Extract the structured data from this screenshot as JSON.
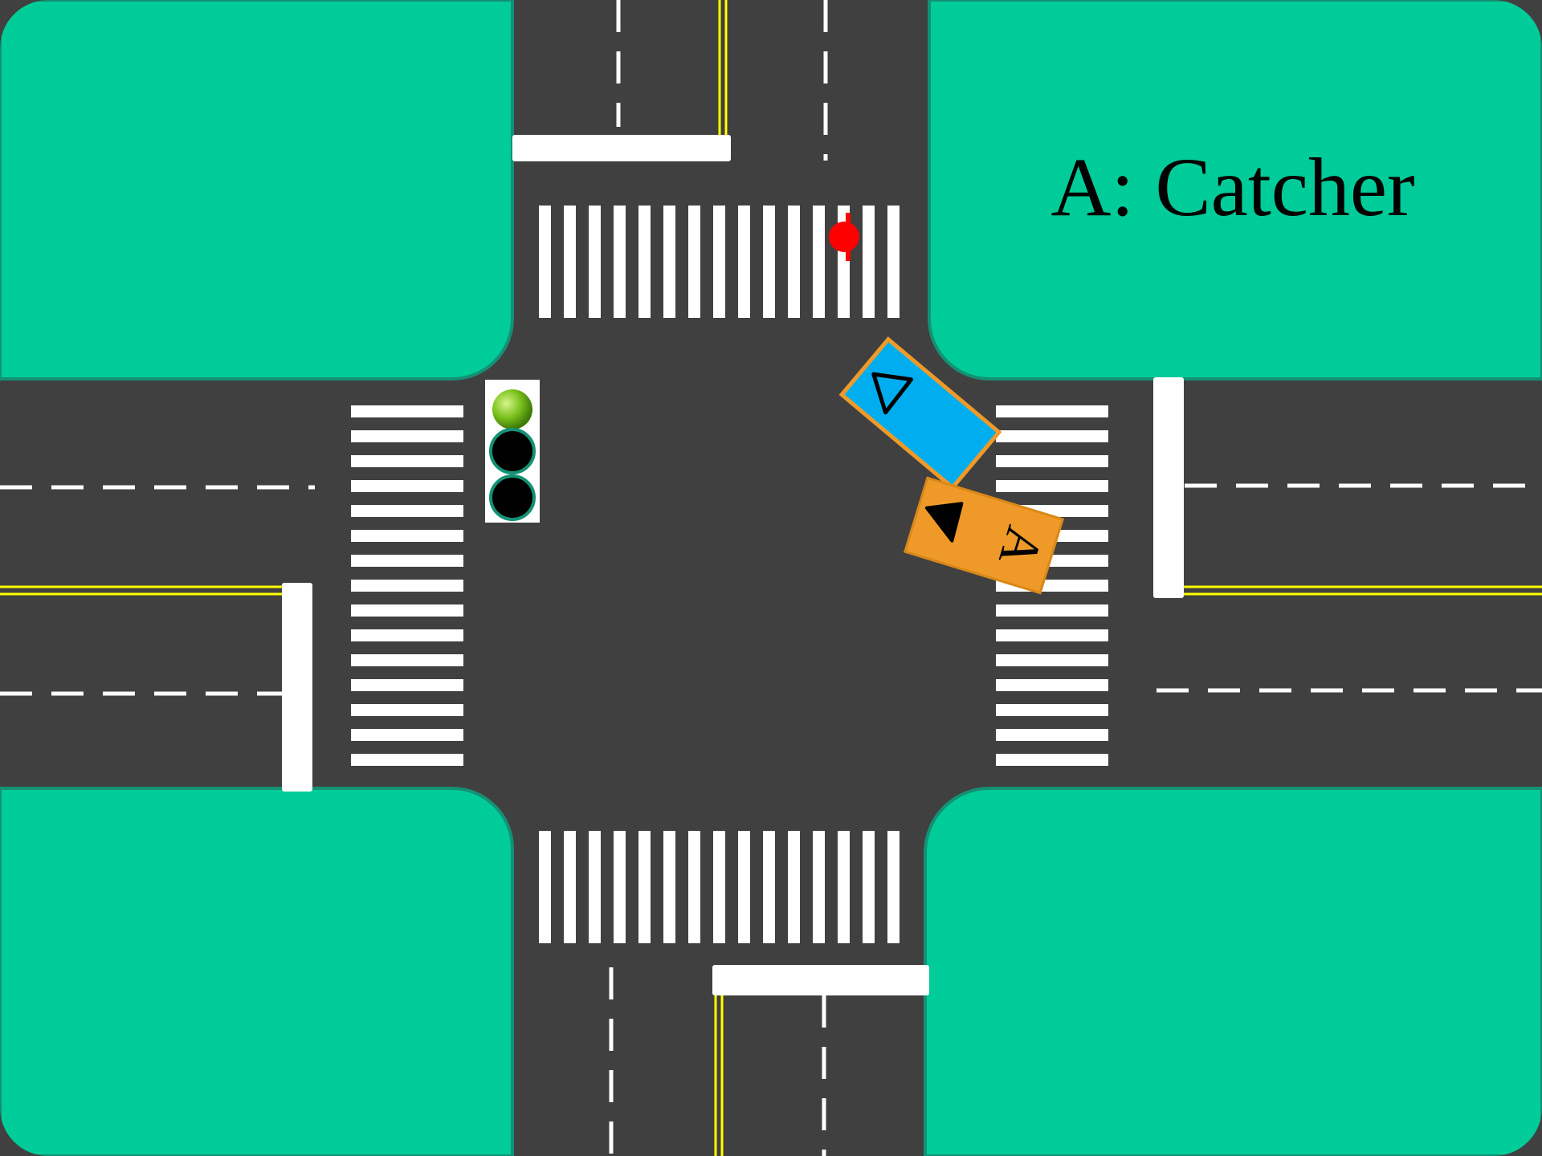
{
  "title": "A: Catcher",
  "vehicles": [
    {
      "id": "A",
      "label": "A",
      "role": "catcher",
      "color": "#EF9A28",
      "arrow": "filled-triangle"
    },
    {
      "id": "B",
      "label": "",
      "role": "other-vehicle",
      "color": "#00AEEF",
      "border": "#EF9A28",
      "arrow": "outlined-triangle"
    }
  ],
  "traffic_light": {
    "active": "green",
    "lamps": [
      "green",
      "off",
      "off"
    ]
  },
  "marker": {
    "name": "red-location-dot",
    "color": "#FF0000"
  },
  "colors": {
    "road": "#404040",
    "grass": "#00CC99",
    "grass_border": "#149174",
    "lane_marking": "#FFFFFF",
    "center_line": "#FFFF00"
  }
}
